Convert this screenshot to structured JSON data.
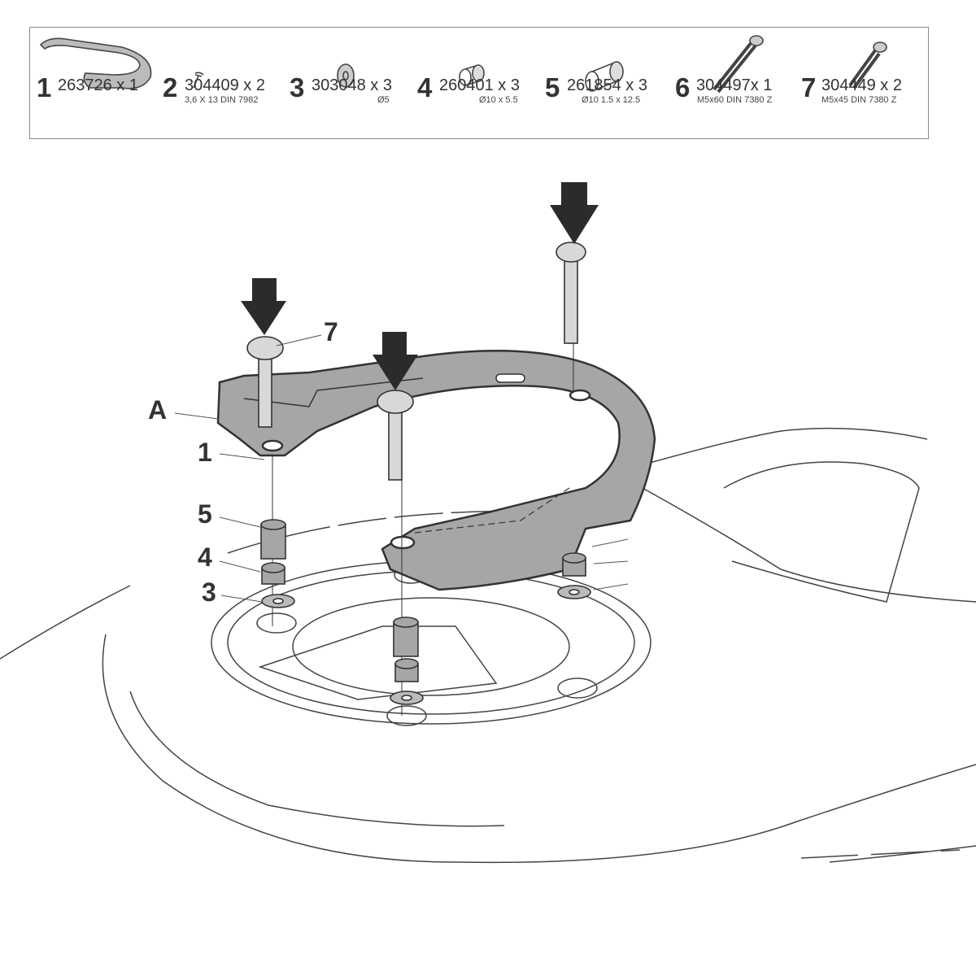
{
  "parts_list": [
    {
      "number": "1",
      "code": "263726 x 1",
      "spec": ""
    },
    {
      "number": "2",
      "code": "304409 x 2",
      "spec": "3,6 X 13 DIN 7982"
    },
    {
      "number": "3",
      "code": "303048 x 3",
      "spec": "Ø5"
    },
    {
      "number": "4",
      "code": "260401 x 3",
      "spec": "Ø10 x 5.5"
    },
    {
      "number": "5",
      "code": "261854 x 3",
      "spec": "Ø10 1.5 x 12.5"
    },
    {
      "number": "6",
      "code": "304497x 1",
      "spec": "M5x60 DIN 7380 Z"
    },
    {
      "number": "7",
      "code": "304449 x 2",
      "spec": "M5x45 DIN 7380 Z"
    }
  ],
  "callouts": {
    "c7": "7",
    "cA": "A",
    "c1": "1",
    "c5": "5",
    "c4": "4",
    "c3": "3"
  },
  "colors": {
    "part_fill": "#a6a6a6",
    "line": "#333333",
    "arrow": "#2b2b2b"
  }
}
